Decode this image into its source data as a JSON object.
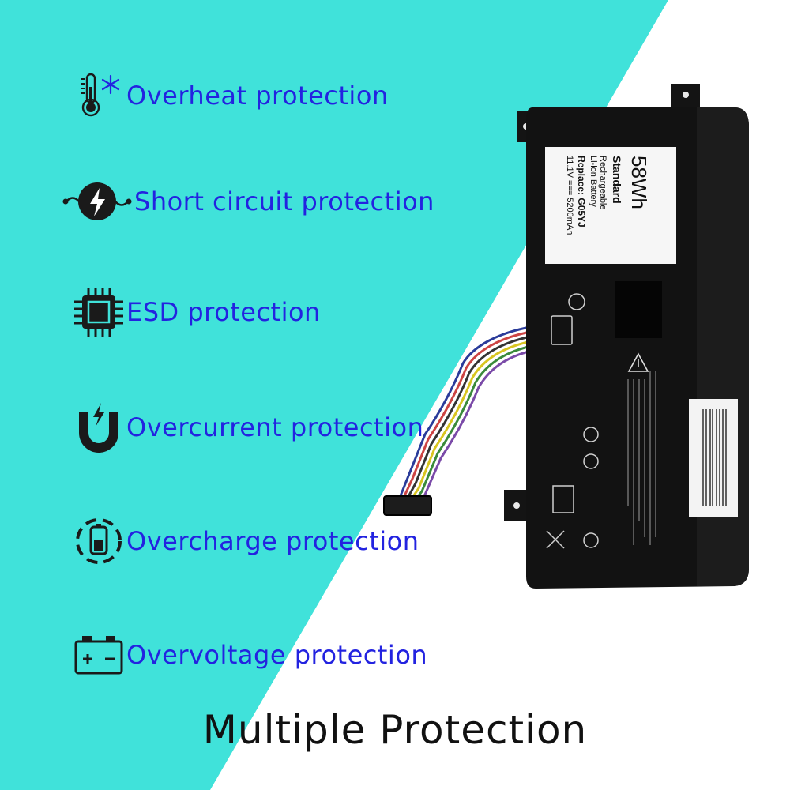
{
  "features": [
    {
      "icon": "thermometer-snowflake-icon",
      "label": "Overheat protection"
    },
    {
      "icon": "short-circuit-icon",
      "label": "Short circuit protection"
    },
    {
      "icon": "chip-icon",
      "label": "ESD protection"
    },
    {
      "icon": "magnet-bolt-icon",
      "label": "Overcurrent protection"
    },
    {
      "icon": "charging-phone-icon",
      "label": "Overcharge protection"
    },
    {
      "icon": "car-battery-icon",
      "label": "Overvoltage protection"
    }
  ],
  "title": "Multiple Protection",
  "battery_label": {
    "capacity": "58Wh",
    "standard": "Standard",
    "type_line1": "Rechargeable",
    "type_line2": "Li-ion Battery",
    "replace": "Replace: G05YJ",
    "spec": "11.1V === 5200mAh"
  },
  "colors": {
    "teal": "#40e0d8",
    "label_blue": "#2323e0"
  }
}
